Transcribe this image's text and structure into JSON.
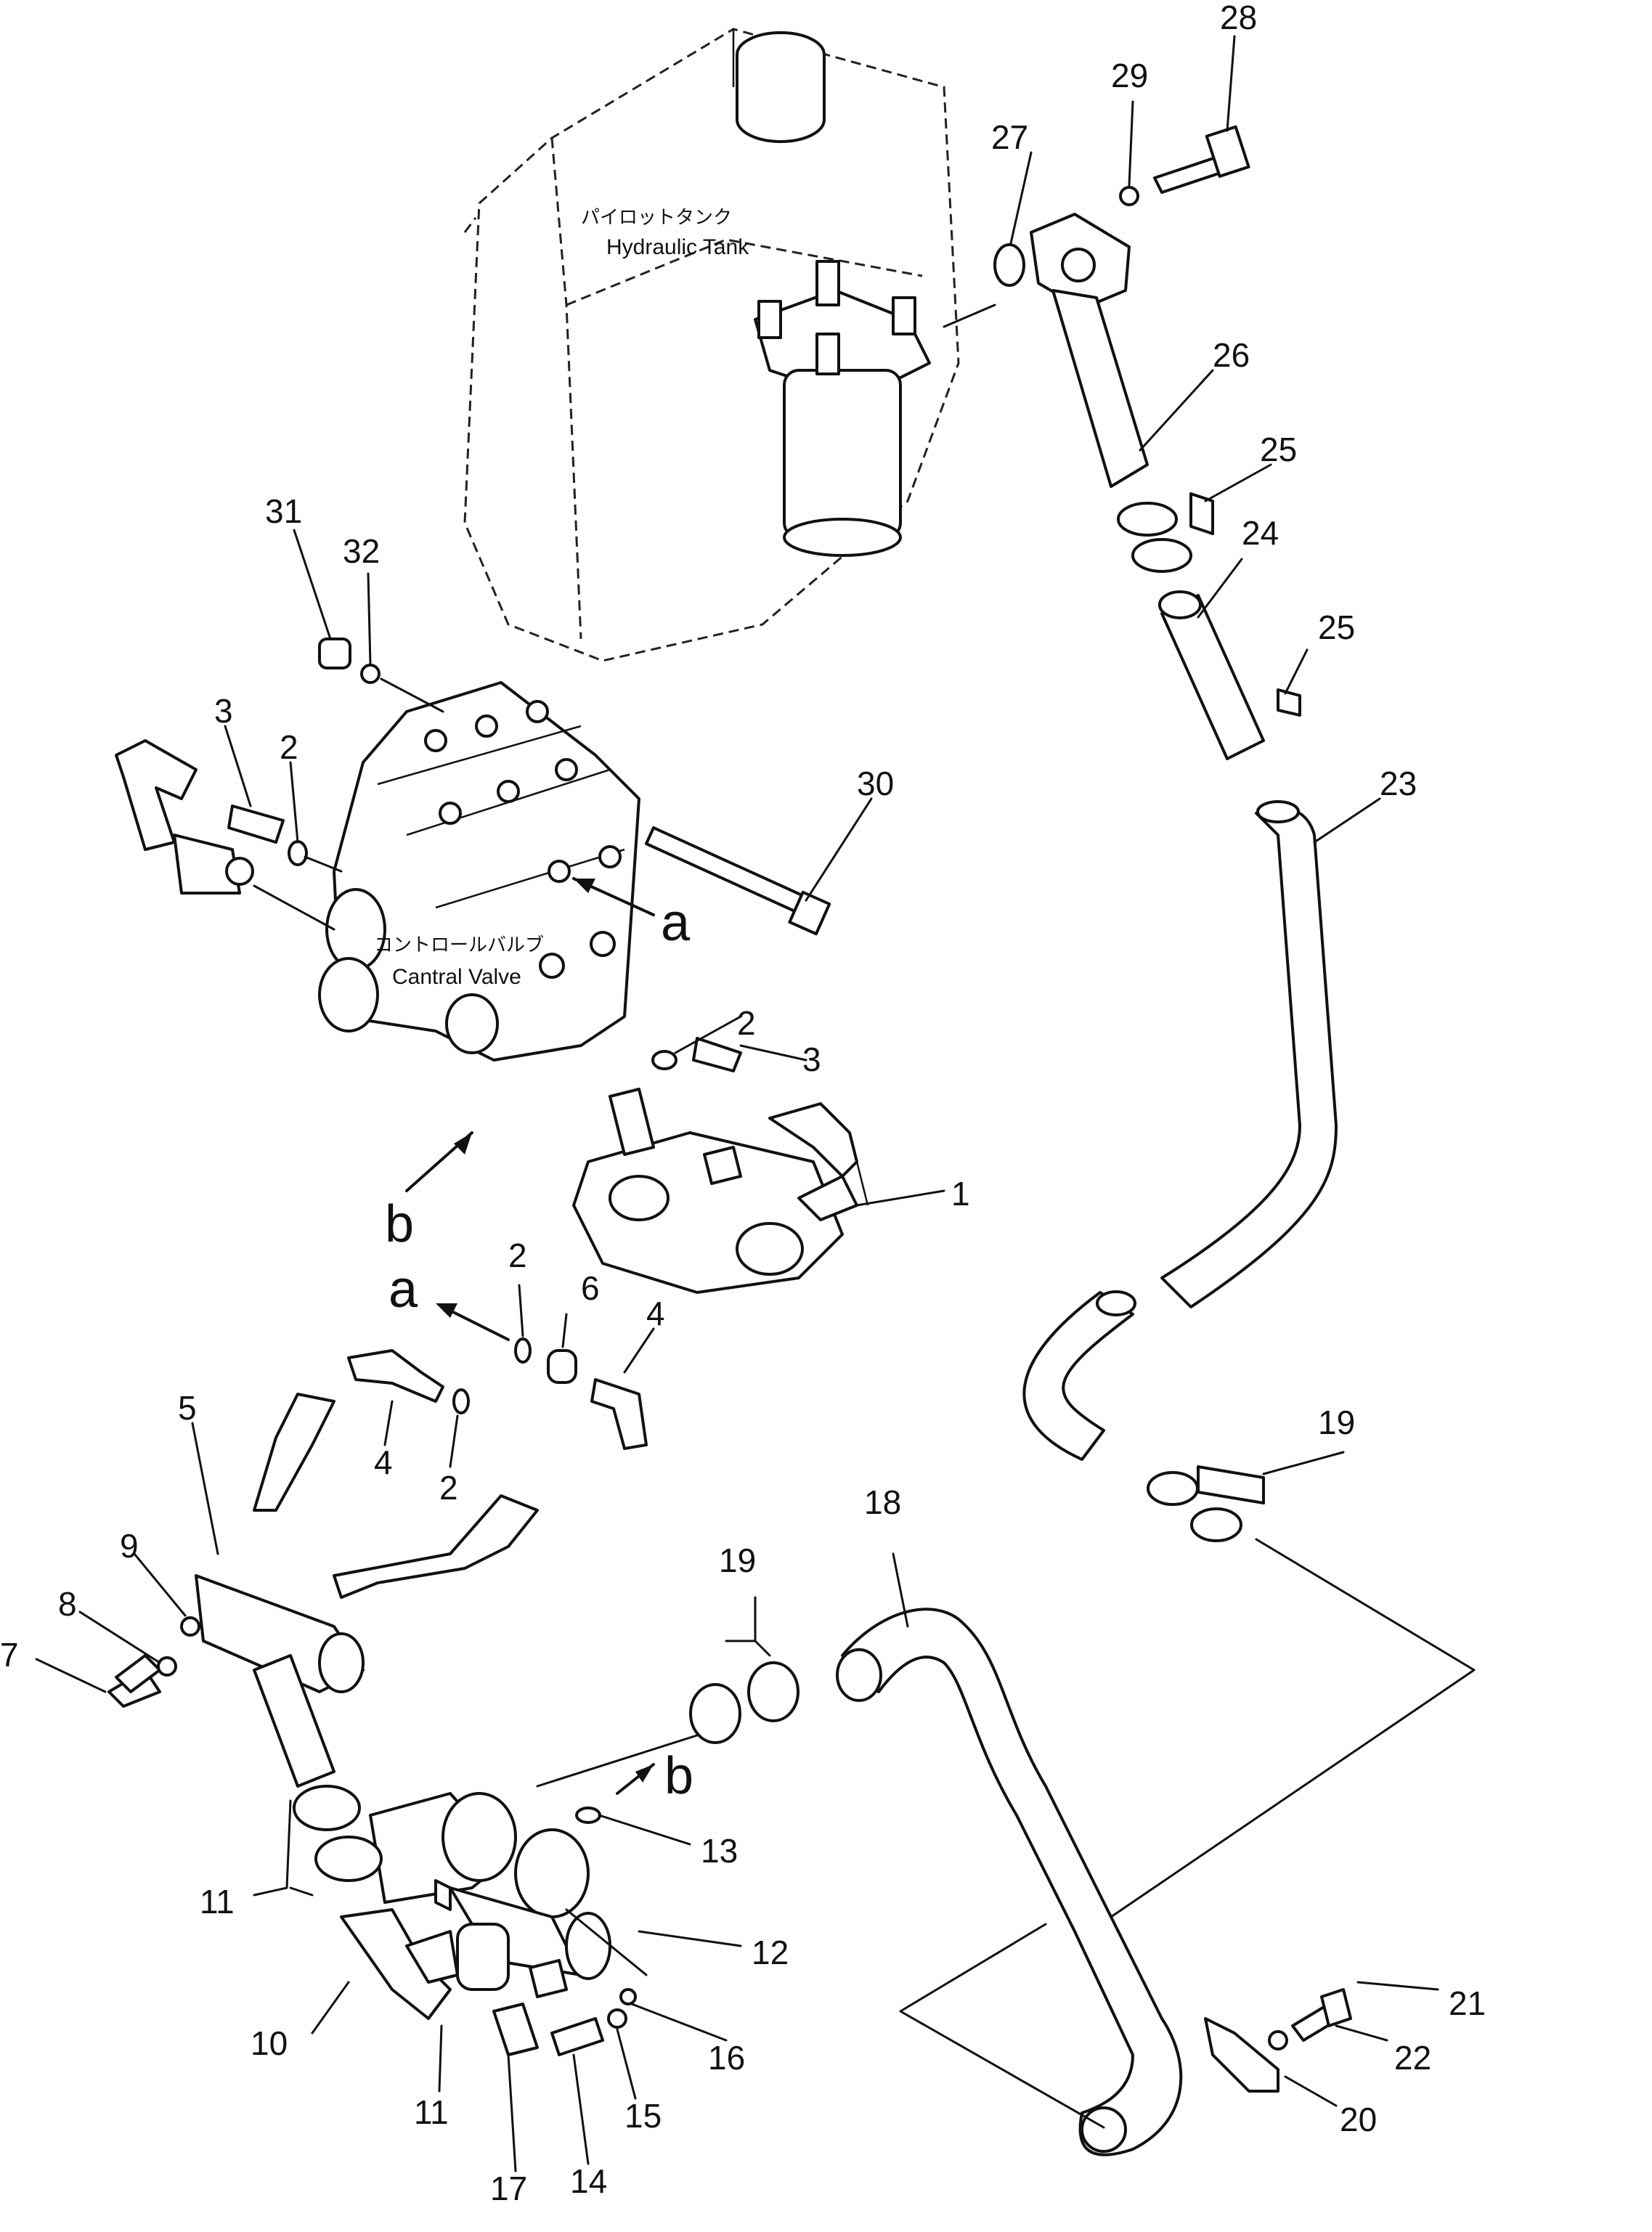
{
  "tank": {
    "label_jp": "パイロットタンク",
    "label_en": "Hydraulic Tank"
  },
  "valve": {
    "label_jp": "コントロールバルブ",
    "label_en": "Cantral Valve"
  },
  "views": {
    "a1": "a",
    "a2": "a",
    "b1": "b",
    "b2": "b"
  },
  "callouts": {
    "c28": "28",
    "c29": "29",
    "c27": "27",
    "c26": "26",
    "c25a": "25",
    "c24": "24",
    "c25b": "25",
    "c23": "23",
    "c31": "31",
    "c32": "32",
    "c3a": "3",
    "c2a": "2",
    "c30": "30",
    "c2b": "2",
    "c3b": "3",
    "c1": "1",
    "c2c": "2",
    "c6": "6",
    "c4a": "4",
    "c4b": "4",
    "c2d": "2",
    "c5": "5",
    "c9": "9",
    "c8": "8",
    "c7": "7",
    "c19a": "19",
    "c18": "18",
    "c19b": "19",
    "c13": "13",
    "c11a": "11",
    "c12": "12",
    "c10": "10",
    "c16": "16",
    "c11b": "11",
    "c15": "15",
    "c17": "17",
    "c14": "14",
    "c21": "21",
    "c22": "22",
    "c20": "20"
  }
}
